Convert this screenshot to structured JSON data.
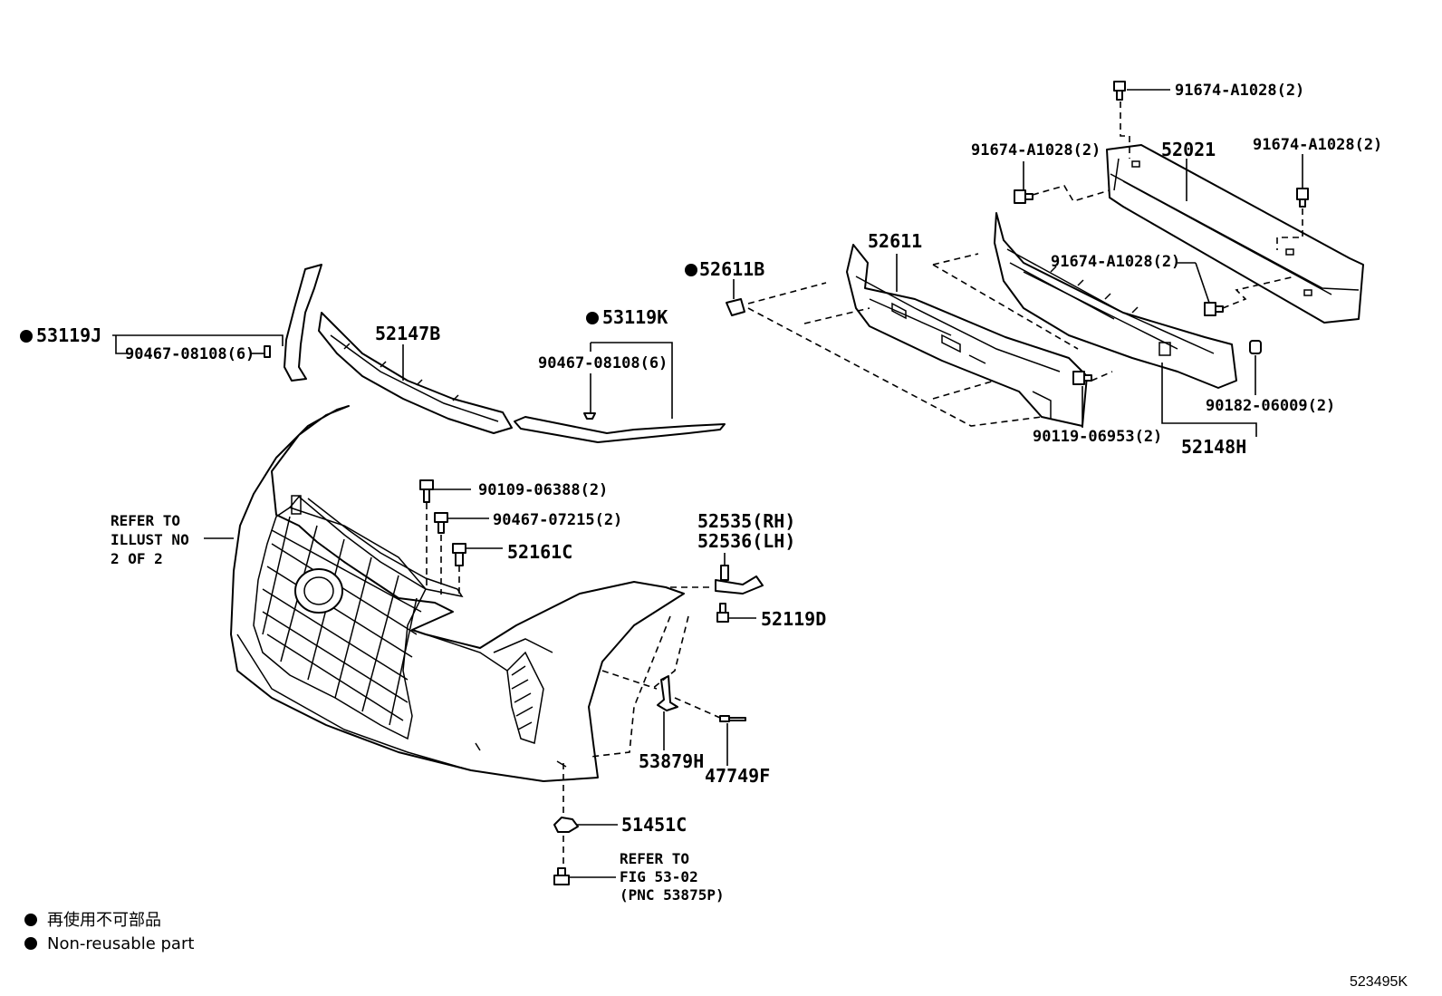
{
  "parts": {
    "p_91674_top": "91674-A1028(2)",
    "p_91674_left": "91674-A1028(2)",
    "p_91674_right": "91674-A1028(2)",
    "p_91674_mid": "91674-A1028(2)",
    "p_52021": "52021",
    "p_52611": "52611",
    "p_52611B": "52611B",
    "p_53119J": "53119J",
    "p_90467_08108_left": "90467-08108(6)",
    "p_52147B": "52147B",
    "p_53119K": "53119K",
    "p_90467_08108_right": "90467-08108(6)",
    "p_90182": "90182-06009(2)",
    "p_90119": "90119-06953(2)",
    "p_52148H": "52148H",
    "p_90109": "90109-06388(2)",
    "p_90467_07215": "90467-07215(2)",
    "p_52161C": "52161C",
    "p_52535": "52535(RH)",
    "p_52536": "52536(LH)",
    "p_52119D": "52119D",
    "p_53879H": "53879H",
    "p_47749F": "47749F",
    "p_51451C": "51451C"
  },
  "notes": {
    "refer_illust_1": "REFER TO",
    "refer_illust_2": "ILLUST NO",
    "refer_illust_3": "2 OF 2",
    "refer_fig_1": "REFER TO",
    "refer_fig_2": "FIG 53-02",
    "refer_fig_3": "(PNC 53875P)"
  },
  "legend": {
    "japanese": "再使用不可部品",
    "english": "Non-reusable part"
  },
  "illustration_code": "523495K"
}
